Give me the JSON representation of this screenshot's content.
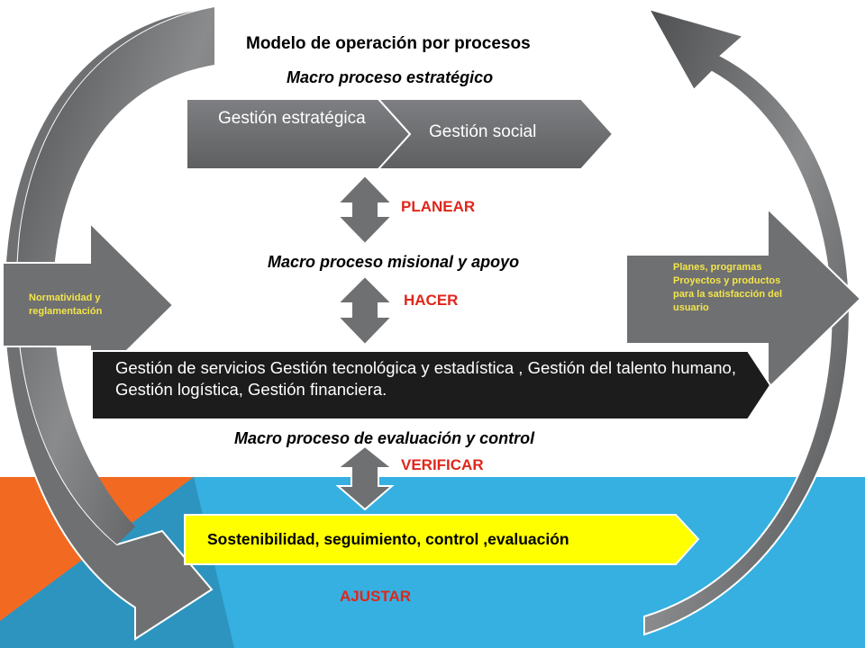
{
  "title": "Modelo de operación por procesos",
  "estrategico": {
    "label": "Macro proceso estratégico",
    "box1": "Gestión estratégica",
    "box2": "Gestión social",
    "cycle": "PLANEAR"
  },
  "misional": {
    "label": "Macro proceso misional y apoyo",
    "cycle": "HACER",
    "box": "Gestión de servicios  Gestión tecnológica y estadística , Gestión del talento humano, Gestión logística, Gestión financiera."
  },
  "evaluacion": {
    "label": "Macro proceso de evaluación y control",
    "cycle": "VERIFICAR",
    "box": "Sostenibilidad, seguimiento, control ,evaluación"
  },
  "ajustar": "AJUSTAR",
  "input_arrow": "Normatividad y reglamentación",
  "output_arrow": "Planes, programas Proyectos y productos para la satisfacción del usuario",
  "colors": {
    "orange": "#f26a21",
    "blue": "#35b0e0",
    "gray": "#6f7072",
    "dark": "#1c1c1c",
    "yellow_box": "#ffff00",
    "red_text": "#e0261b",
    "yellow_text": "#f3e54a"
  }
}
